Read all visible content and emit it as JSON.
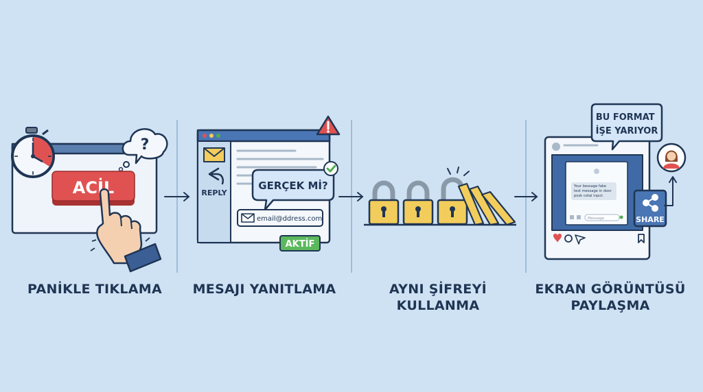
{
  "steps": [
    {
      "caption_lines": [
        "PANİKLE TIKLAMA"
      ],
      "button_label": "ACİL",
      "bubble_symbol": "?"
    },
    {
      "caption_lines": [
        "MESAJI YANITLAMA"
      ],
      "reply_label": "REPLY",
      "bubble_text": "GERÇEK Mİ?",
      "email_text": "email@ddress.com",
      "status_badge": "AKTİF"
    },
    {
      "caption_lines": [
        "AYNI ŞİFREYİ",
        "KULLANMA"
      ]
    },
    {
      "caption_lines": [
        "EKRAN GÖRÜNTÜSÜ",
        "PAYLAŞMA"
      ],
      "bubble_lines": [
        "BU FORMAT",
        "İŞE YARIYOR"
      ],
      "share_label": "SHARE",
      "phone_lines": [
        "Your bessage fake",
        "test message in door",
        "posk cotai input."
      ],
      "message_placeholder": "Message"
    }
  ],
  "colors": {
    "background": "#cfe2f3",
    "navy": "#1f3554",
    "red": "#e05252",
    "green": "#4caf50",
    "gold": "#f2cd5c"
  }
}
